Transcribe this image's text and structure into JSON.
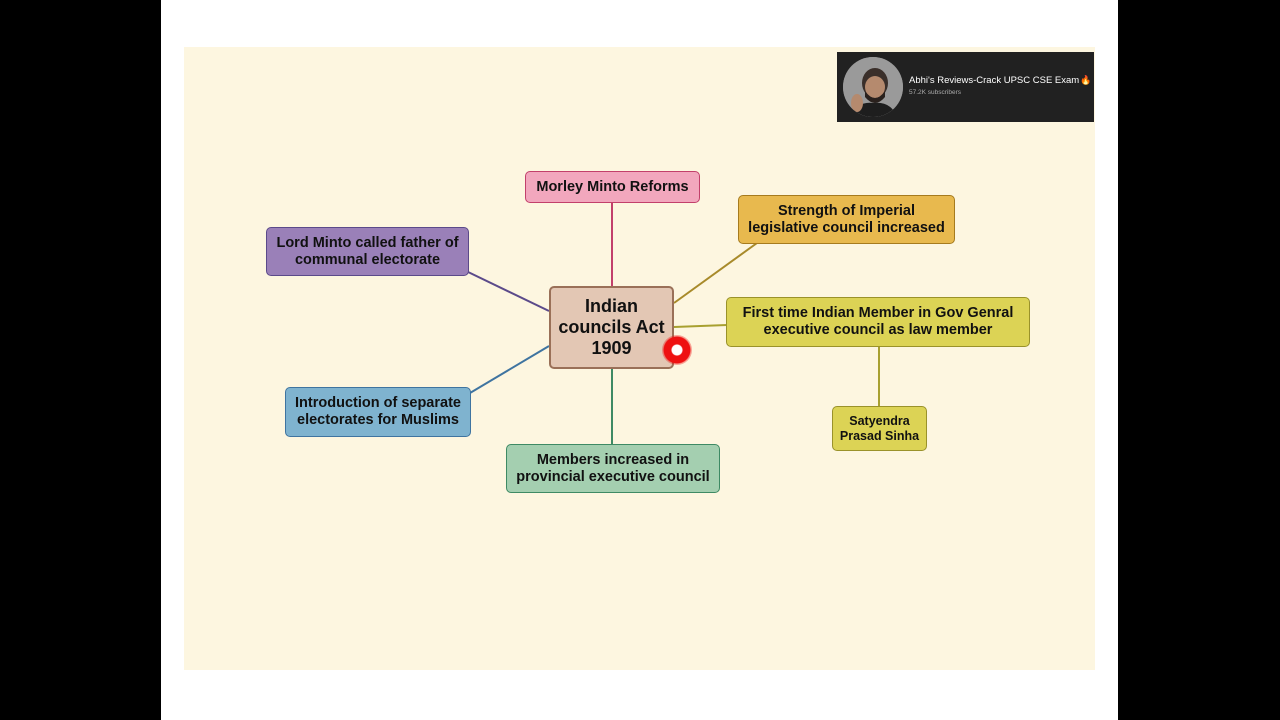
{
  "mindmap": {
    "central": "Indian councils Act 1909",
    "nodes": {
      "morley": "Morley Minto Reforms",
      "strength": "Strength of Imperial legislative council increased",
      "lord": "Lord Minto called father of communal electorate",
      "first": "First time Indian Member in Gov Genral executive council as law member",
      "satyendra": "Satyendra Prasad Sinha",
      "intro": "Introduction of separate electorates for Muslims",
      "members": "Members increased in provincial executive council"
    }
  },
  "channel": {
    "name": "Abhi's Reviews-Crack UPSC CSE Exam",
    "subscribers": "57.2K subscribers",
    "badge_icon": "fire-icon"
  },
  "colors": {
    "canvas": "#fdf6e0",
    "central": "#e3c7b4",
    "pink": "#f2a7bd",
    "orange": "#e8b94e",
    "purple": "#9a80b8",
    "yellow": "#dcd355",
    "blue": "#7fb3cf",
    "green": "#a4cfb0"
  }
}
